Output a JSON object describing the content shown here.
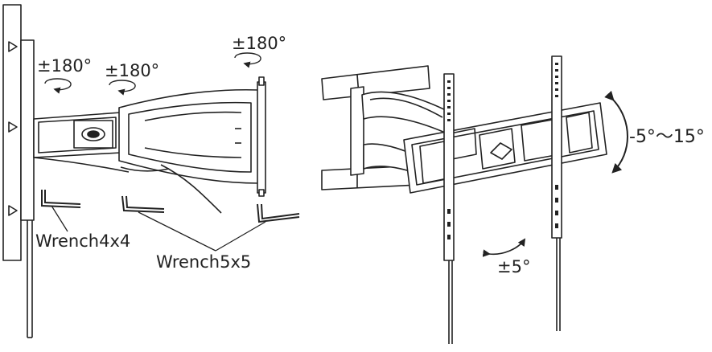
{
  "labels": {
    "rot_arm_1": "±180°",
    "rot_arm_2": "±180°",
    "rot_head": "±180°",
    "wrench_small": "Wrench4x4",
    "wrench_large": "Wrench5x5",
    "tilt": "-5°～15°",
    "level": "±5°"
  },
  "colors": {
    "line": "#222222",
    "fill": "#ffffff"
  }
}
